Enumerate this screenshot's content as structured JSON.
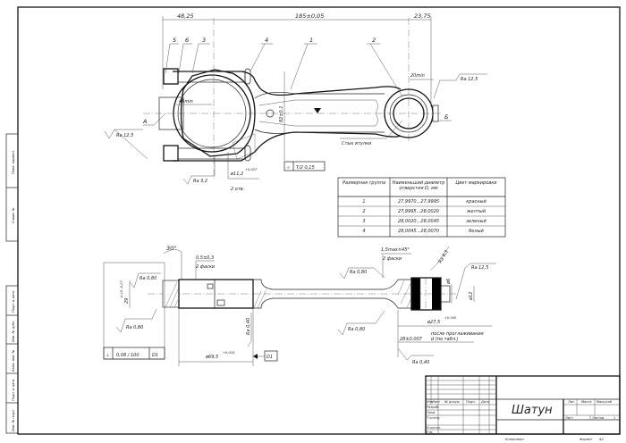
{
  "labels": {
    "dim_48": "48,25",
    "dim_185": "185±0,05",
    "dim_2375": "23,75",
    "p5": "5",
    "p6": "6",
    "p3": "3",
    "p4": "4",
    "p1": "1",
    "p2": "2",
    "dim_46": "46min",
    "dim_82": "82±0,1",
    "dim_20": "20min",
    "ra125_right": "Ra 12,5",
    "ra125_left": "Ra 12,5",
    "ra32": "Ra 3,2",
    "hole": "ø11,2",
    "hole_tol": "+0,027",
    "holes": "2 отв.",
    "a": "А",
    "b": "Б",
    "joint": "Стык втулки",
    "tol_sym": "⌯",
    "tol": "T/2 0,15"
  },
  "table": {
    "headers": [
      "Размерная группа",
      "Наименьший диаметр отверстия D, мм",
      "Цвет маркировки"
    ],
    "rows": [
      [
        "1",
        "27,9970...27,9995",
        "красный"
      ],
      [
        "2",
        "27,9995...28,0020",
        "желтый"
      ],
      [
        "3",
        "28,0020...28,0045",
        "зеленый"
      ],
      [
        "4",
        "28,0045...28,0070",
        "белый"
      ]
    ]
  },
  "section": {
    "angle": "30°",
    "chamfer": "0,5±0,3",
    "chamfer_n": "2 фаски",
    "ra080_a": "Ra 0,80",
    "ra080_b": "Ra 0,80",
    "dim29": "29",
    "dim29_tol": "-0,15 -0,27",
    "perp": "⊥",
    "perp_val": "0,08 / 100",
    "perp_ref": "D1",
    "ra040_v": "Ra 0,40",
    "d695": "ø69,5",
    "d695_tol": "+0,018",
    "datum": "D1",
    "chamfer2": "1,5max×45°",
    "chamfer2_n": "2 фаски",
    "ra63": "Ra 6,3",
    "ra080_c": "Ra 0,80",
    "ra125": "Ra 12,5",
    "d6": "ø6",
    "d12": "ø12",
    "ra080_d": "Ra 0,80",
    "d275": "ø27,5",
    "d275_tol": "+0,045",
    "after": "после проглаживания",
    "d28": "28±0,007",
    "d_table": "d (по табл.)",
    "ra040": "Ra 0,40"
  },
  "title_block": {
    "name": "Шатун",
    "cols": [
      "Изм.",
      "Лист",
      "№ докум.",
      "Подп.",
      "Дата"
    ],
    "roles": [
      "Разраб.",
      "Пров.",
      "Т.контр.",
      "Н.контр.",
      "Утв."
    ],
    "lit": "Лит.",
    "mass": "Масса",
    "scale": "Масштаб",
    "sheet": "Лист",
    "sheets": "Листов",
    "sheets_n": "1",
    "copied": "Копировал",
    "format": "Формат",
    "format_v": "A2"
  },
  "side_strip": [
    "Перв. примен.",
    "Справ. №",
    "Подп. и дата",
    "Инв. № дубл.",
    "Взам. инв. №",
    "Подп. и дата",
    "Инв. № подл."
  ]
}
